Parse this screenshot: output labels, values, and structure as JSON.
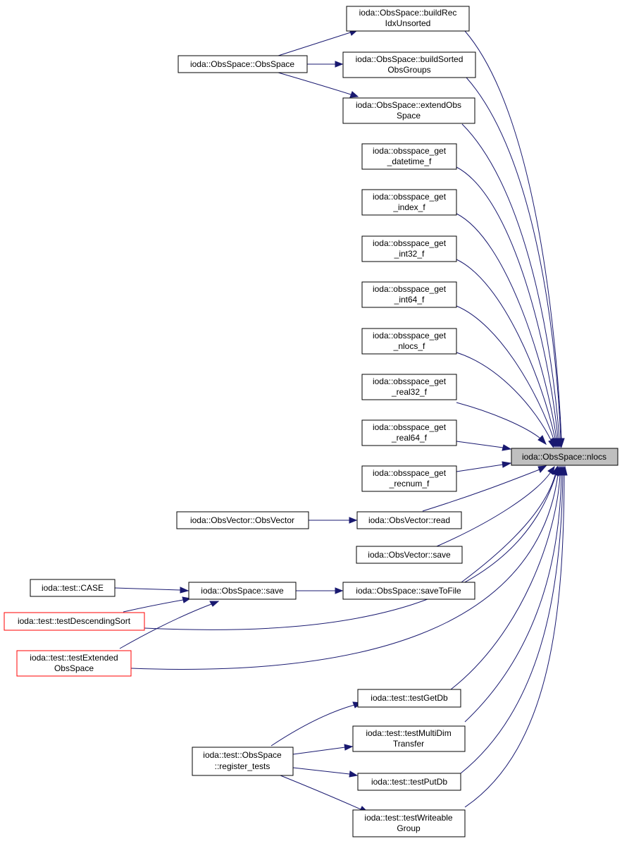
{
  "nodes": {
    "nlocs": {
      "lines": [
        "ioda::ObsSpace::nlocs"
      ]
    },
    "buildRecIdx": {
      "lines": [
        "ioda::ObsSpace::buildRec",
        "IdxUnsorted"
      ]
    },
    "obsSpaceCtor": {
      "lines": [
        "ioda::ObsSpace::ObsSpace"
      ]
    },
    "buildSorted": {
      "lines": [
        "ioda::ObsSpace::buildSorted",
        "ObsGroups"
      ]
    },
    "extendObs": {
      "lines": [
        "ioda::ObsSpace::extendObs",
        "Space"
      ]
    },
    "getDatetime": {
      "lines": [
        "ioda::obsspace_get",
        "_datetime_f"
      ]
    },
    "getIndex": {
      "lines": [
        "ioda::obsspace_get",
        "_index_f"
      ]
    },
    "getInt32": {
      "lines": [
        "ioda::obsspace_get",
        "_int32_f"
      ]
    },
    "getInt64": {
      "lines": [
        "ioda::obsspace_get",
        "_int64_f"
      ]
    },
    "getNlocs": {
      "lines": [
        "ioda::obsspace_get",
        "_nlocs_f"
      ]
    },
    "getReal32": {
      "lines": [
        "ioda::obsspace_get",
        "_real32_f"
      ]
    },
    "getReal64": {
      "lines": [
        "ioda::obsspace_get",
        "_real64_f"
      ]
    },
    "getRecnum": {
      "lines": [
        "ioda::obsspace_get",
        "_recnum_f"
      ]
    },
    "obsVecCtor": {
      "lines": [
        "ioda::ObsVector::ObsVector"
      ]
    },
    "obsVecRead": {
      "lines": [
        "ioda::ObsVector::read"
      ]
    },
    "obsVecSave": {
      "lines": [
        "ioda::ObsVector::save"
      ]
    },
    "testCase": {
      "lines": [
        "ioda::test::CASE"
      ]
    },
    "obsSpaceSave": {
      "lines": [
        "ioda::ObsSpace::save"
      ]
    },
    "saveToFile": {
      "lines": [
        "ioda::ObsSpace::saveToFile"
      ]
    },
    "testDescSort": {
      "lines": [
        "ioda::test::testDescendingSort"
      ]
    },
    "testExtended": {
      "lines": [
        "ioda::test::testExtended",
        "ObsSpace"
      ]
    },
    "testGetDb": {
      "lines": [
        "ioda::test::testGetDb"
      ]
    },
    "testMultiDim": {
      "lines": [
        "ioda::test::testMultiDim",
        "Transfer"
      ]
    },
    "registerTests": {
      "lines": [
        "ioda::test::ObsSpace",
        "::register_tests"
      ]
    },
    "testPutDb": {
      "lines": [
        "ioda::test::testPutDb"
      ]
    },
    "testWriteable": {
      "lines": [
        "ioda::test::testWriteable",
        "Group"
      ]
    }
  },
  "edges": [
    {
      "from": "obsSpaceCtor",
      "to": "buildRecIdx"
    },
    {
      "from": "obsSpaceCtor",
      "to": "buildSorted"
    },
    {
      "from": "obsSpaceCtor",
      "to": "extendObs"
    },
    {
      "from": "buildRecIdx",
      "to": "nlocs"
    },
    {
      "from": "buildSorted",
      "to": "nlocs"
    },
    {
      "from": "extendObs",
      "to": "nlocs"
    },
    {
      "from": "getDatetime",
      "to": "nlocs"
    },
    {
      "from": "getIndex",
      "to": "nlocs"
    },
    {
      "from": "getInt32",
      "to": "nlocs"
    },
    {
      "from": "getInt64",
      "to": "nlocs"
    },
    {
      "from": "getNlocs",
      "to": "nlocs"
    },
    {
      "from": "getReal32",
      "to": "nlocs"
    },
    {
      "from": "getReal64",
      "to": "nlocs"
    },
    {
      "from": "getRecnum",
      "to": "nlocs"
    },
    {
      "from": "obsVecCtor",
      "to": "obsVecRead"
    },
    {
      "from": "obsVecRead",
      "to": "nlocs"
    },
    {
      "from": "obsVecSave",
      "to": "nlocs"
    },
    {
      "from": "testCase",
      "to": "obsSpaceSave"
    },
    {
      "from": "testDescSort",
      "to": "obsSpaceSave"
    },
    {
      "from": "testExtended",
      "to": "obsSpaceSave"
    },
    {
      "from": "obsSpaceSave",
      "to": "saveToFile"
    },
    {
      "from": "saveToFile",
      "to": "nlocs"
    },
    {
      "from": "testDescSort",
      "to": "nlocs"
    },
    {
      "from": "testExtended",
      "to": "nlocs"
    },
    {
      "from": "testGetDb",
      "to": "nlocs"
    },
    {
      "from": "testMultiDim",
      "to": "nlocs"
    },
    {
      "from": "testPutDb",
      "to": "nlocs"
    },
    {
      "from": "testWriteable",
      "to": "nlocs"
    },
    {
      "from": "registerTests",
      "to": "testGetDb"
    },
    {
      "from": "registerTests",
      "to": "testMultiDim"
    },
    {
      "from": "registerTests",
      "to": "testPutDb"
    },
    {
      "from": "registerTests",
      "to": "testWriteable"
    }
  ],
  "colors": {
    "edge": "#191970",
    "node_border": "#000000",
    "node_border_truncated": "#ff0000",
    "target_fill": "#bfbfbf"
  }
}
